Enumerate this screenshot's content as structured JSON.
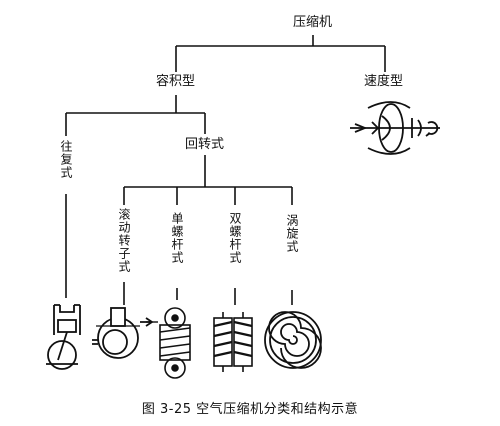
{
  "root": "压缩机",
  "branches": {
    "positive": "容积型",
    "dynamic": "速度型"
  },
  "positive_types": {
    "reciprocating": "往复式",
    "rotary": "回转式"
  },
  "rotary_types": [
    "滚动转子式",
    "单螺杆式",
    "双螺杆式",
    "涡旋式"
  ],
  "caption": "图 3-25   空气压缩机分类和结构示意"
}
